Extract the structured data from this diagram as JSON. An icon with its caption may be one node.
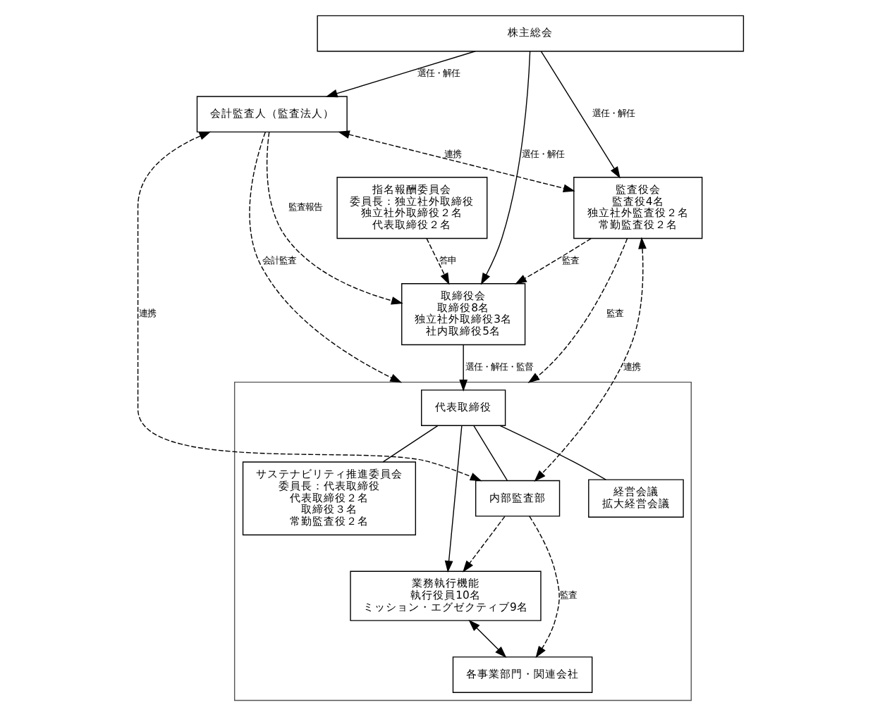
{
  "diagram": {
    "nodes": [
      {
        "text": [
          "株主総会"
        ]
      },
      {
        "text": [
          "会計監査人（監査法人）"
        ]
      },
      {
        "text": [
          "監査役会",
          "監査役4名",
          "独立社外監査役２名",
          "常勤監査役２名"
        ]
      },
      {
        "text": [
          "取締役会",
          "取締役8名",
          "独立社外取締役3名",
          "社内取締役5名"
        ]
      },
      {
        "text": [
          "指名報酬委員会",
          "委員長：独立社外取締役",
          "独立社外取締役２名",
          "代表取締役２名"
        ]
      },
      {
        "text": [],
        "shape": "box"
      },
      {
        "text": [
          "代表取締役"
        ],
        "in": 5
      },
      {
        "text": [
          "内部監査部"
        ],
        "in": 5
      },
      {
        "text": [
          "経営会議",
          "拡大経営会議"
        ],
        "in": 5
      },
      {
        "text": [
          "サステナビリティ推進委員会",
          "委員長：代表取締役",
          "代表取締役２名",
          "取締役３名",
          "常勤監査役２名"
        ],
        "in": 5
      },
      {
        "text": [
          "業務執行機能",
          "執行役員10名",
          "ミッション・エグゼクティブ9名"
        ],
        "in": 5
      },
      {
        "text": [
          "各事業部門・関連会社"
        ],
        "in": 5
      }
    ],
    "edges": [
      {
        "from": 0,
        "to": 1,
        "arrow": "to",
        "label": "選任・解任"
      },
      {
        "from": 0,
        "to": 2,
        "arrow": "to",
        "label": "選任・解任"
      },
      {
        "from": 0,
        "to": 3,
        "arrow": "to",
        "label": "選任・解任"
      },
      {
        "from": 1,
        "to": 2,
        "arrow": "both",
        "label": "連携",
        "style": "dashed"
      },
      {
        "from": 2,
        "to": 3,
        "arrow": "to",
        "label": "監査",
        "style": "dashed"
      },
      {
        "from": 4,
        "to": 3,
        "arrow": "to",
        "label": "答申",
        "style": "dashed"
      },
      {
        "from": 1,
        "to": 3,
        "arrow": "to",
        "label": "監査報告",
        "style": "dashed"
      },
      {
        "from": 2,
        "to": 5,
        "arrow": "to",
        "label": "監査",
        "style": "dashed"
      },
      {
        "from": 2,
        "to": 7,
        "arrow": "both",
        "label": "連携",
        "style": "dashed"
      },
      {
        "from": 3,
        "to": 6,
        "arrow": "to",
        "label": "選任・解任・監督"
      },
      {
        "from": 1,
        "to": 7,
        "arrow": "both",
        "label": "連携",
        "style": "dashed"
      },
      {
        "from": 1,
        "to": 5,
        "arrow": "to",
        "label": "会計監査",
        "style": "dashed"
      },
      {
        "from": 7,
        "to": 11,
        "arrow": "to",
        "label": "監査",
        "style": "dashed"
      },
      {
        "from": 7,
        "to": 10,
        "arrow": "to",
        "style": "dashed"
      },
      {
        "from": 6,
        "to": 7,
        "arrow": "none"
      },
      {
        "from": 6,
        "to": 8,
        "arrow": "none"
      },
      {
        "from": 6,
        "to": 9,
        "arrow": "none"
      },
      {
        "from": 6,
        "to": 10,
        "arrow": "to"
      },
      {
        "from": 10,
        "to": 11,
        "arrow": "both"
      }
    ]
  }
}
